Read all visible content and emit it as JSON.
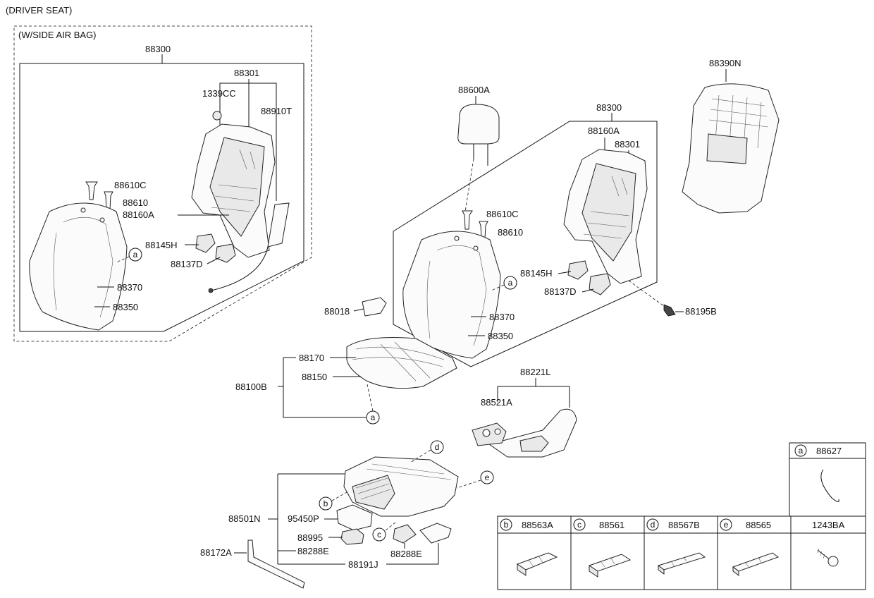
{
  "header": "(DRIVER SEAT)",
  "airbag_label": "(W/SIDE AIR BAG)",
  "labels": {
    "l88300a": "88300",
    "l88301a": "88301",
    "l1339cc": "1339CC",
    "l88910t": "88910T",
    "l88610ca": "88610C",
    "l88610a": "88610",
    "l88160aa": "88160A",
    "l88145ha": "88145H",
    "l88137da": "88137D",
    "l88370a": "88370",
    "l88350a": "88350",
    "l88600a": "88600A",
    "l88300b": "88300",
    "l88160ab": "88160A",
    "l88301b": "88301",
    "l88610cb": "88610C",
    "l88610b": "88610",
    "l88145hb": "88145H",
    "l88137db": "88137D",
    "l88195b": "88195B",
    "l88390n": "88390N",
    "l88018": "88018",
    "l88370b": "88370",
    "l88350b": "88350",
    "l88170": "88170",
    "l88150": "88150",
    "l88100b": "88100B",
    "l88221l": "88221L",
    "l88521a": "88521A",
    "l88501n": "88501N",
    "l95450p": "95450P",
    "l88995": "88995",
    "l88288ea": "88288E",
    "l88288eb": "88288E",
    "l88191j": "88191J",
    "l88172a": "88172A"
  },
  "circles": {
    "ca1": "a",
    "ca2": "a",
    "ca3": "a",
    "cb": "b",
    "cc": "c",
    "cd": "d",
    "ce": "e"
  },
  "table": {
    "a_letter": "a",
    "a_part": "88627",
    "cells": [
      {
        "letter": "b",
        "part": "88563A"
      },
      {
        "letter": "c",
        "part": "88561"
      },
      {
        "letter": "d",
        "part": "88567B"
      },
      {
        "letter": "e",
        "part": "88565"
      },
      {
        "letter": "",
        "part": "1243BA"
      }
    ]
  }
}
